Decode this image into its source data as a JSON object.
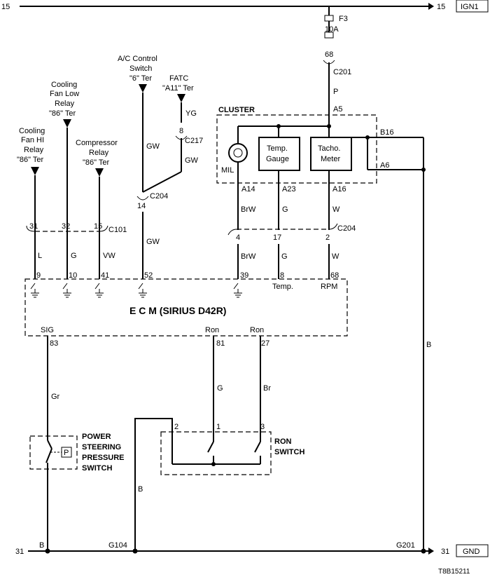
{
  "rails": {
    "top_left": "15",
    "top_right": "15",
    "top_badge": "IGN1",
    "bot_left": "31",
    "bot_right": "31",
    "bot_badge": "GND",
    "bot_b": "B",
    "g104": "G104",
    "g201": "G201"
  },
  "fuse": {
    "name": "F3",
    "rating": "10A",
    "pin": "68",
    "conn": "C201",
    "wire": "P"
  },
  "cluster": {
    "title": "CLUSTER",
    "a5": "A5",
    "b16": "B16",
    "a6": "A6",
    "mil": "MIL",
    "temp1": "Temp.",
    "temp2": "Gauge",
    "tach1": "Tacho.",
    "tach2": "Meter",
    "a14": "A14",
    "a23": "A23",
    "a16": "A16",
    "w1": "BrW",
    "w2": "G",
    "w3": "W",
    "c204": "C204",
    "p4": "4",
    "p17": "17",
    "p2": "2",
    "w4": "BrW",
    "w5": "G",
    "w6": "W"
  },
  "sources": {
    "cfhi": [
      "Cooling",
      "Fan HI",
      "Relay",
      "\"86\" Ter"
    ],
    "cflow": [
      "Cooling",
      "Fan Low",
      "Relay",
      "\"86\" Ter"
    ],
    "comp": [
      "Compressor",
      "Relay",
      "\"86\" Ter"
    ],
    "ac": [
      "A/C Control",
      "Switch",
      "\"6\" Ter"
    ],
    "fatc": [
      "FATC",
      "\"A11\" Ter"
    ],
    "yg": "YG",
    "c217_pin": "8",
    "c217": "C217",
    "gw1": "GW",
    "gw2": "GW",
    "c204_pin": "14",
    "c204": "C204",
    "gw3": "GW"
  },
  "c101": {
    "conn": "C101",
    "p31": "31",
    "p32": "32",
    "p15": "15",
    "l": "L",
    "g": "G",
    "vw": "VW"
  },
  "ecm": {
    "title": "E  C  M (SIRIUS D42R)",
    "pins_top": [
      "9",
      "10",
      "41",
      "52",
      "39",
      "8",
      "68"
    ],
    "temp": "Temp.",
    "rpm": "RPM",
    "sig": "SIG",
    "p83": "83",
    "ron1": "Ron",
    "p81": "81",
    "ron2": "Ron",
    "p27": "27"
  },
  "wires_low": {
    "gr": "Gr",
    "g": "G",
    "br": "Br",
    "b_main": "B",
    "b_left": "B"
  },
  "ps_switch": {
    "label": [
      "POWER",
      "STEERING",
      "PRESSURE",
      "SWITCH"
    ],
    "p": "P"
  },
  "ron_switch": {
    "label": [
      "RON",
      "SWITCH"
    ],
    "t2": "2",
    "t1": "1",
    "t3": "3"
  },
  "figure_id": "T8B15211"
}
